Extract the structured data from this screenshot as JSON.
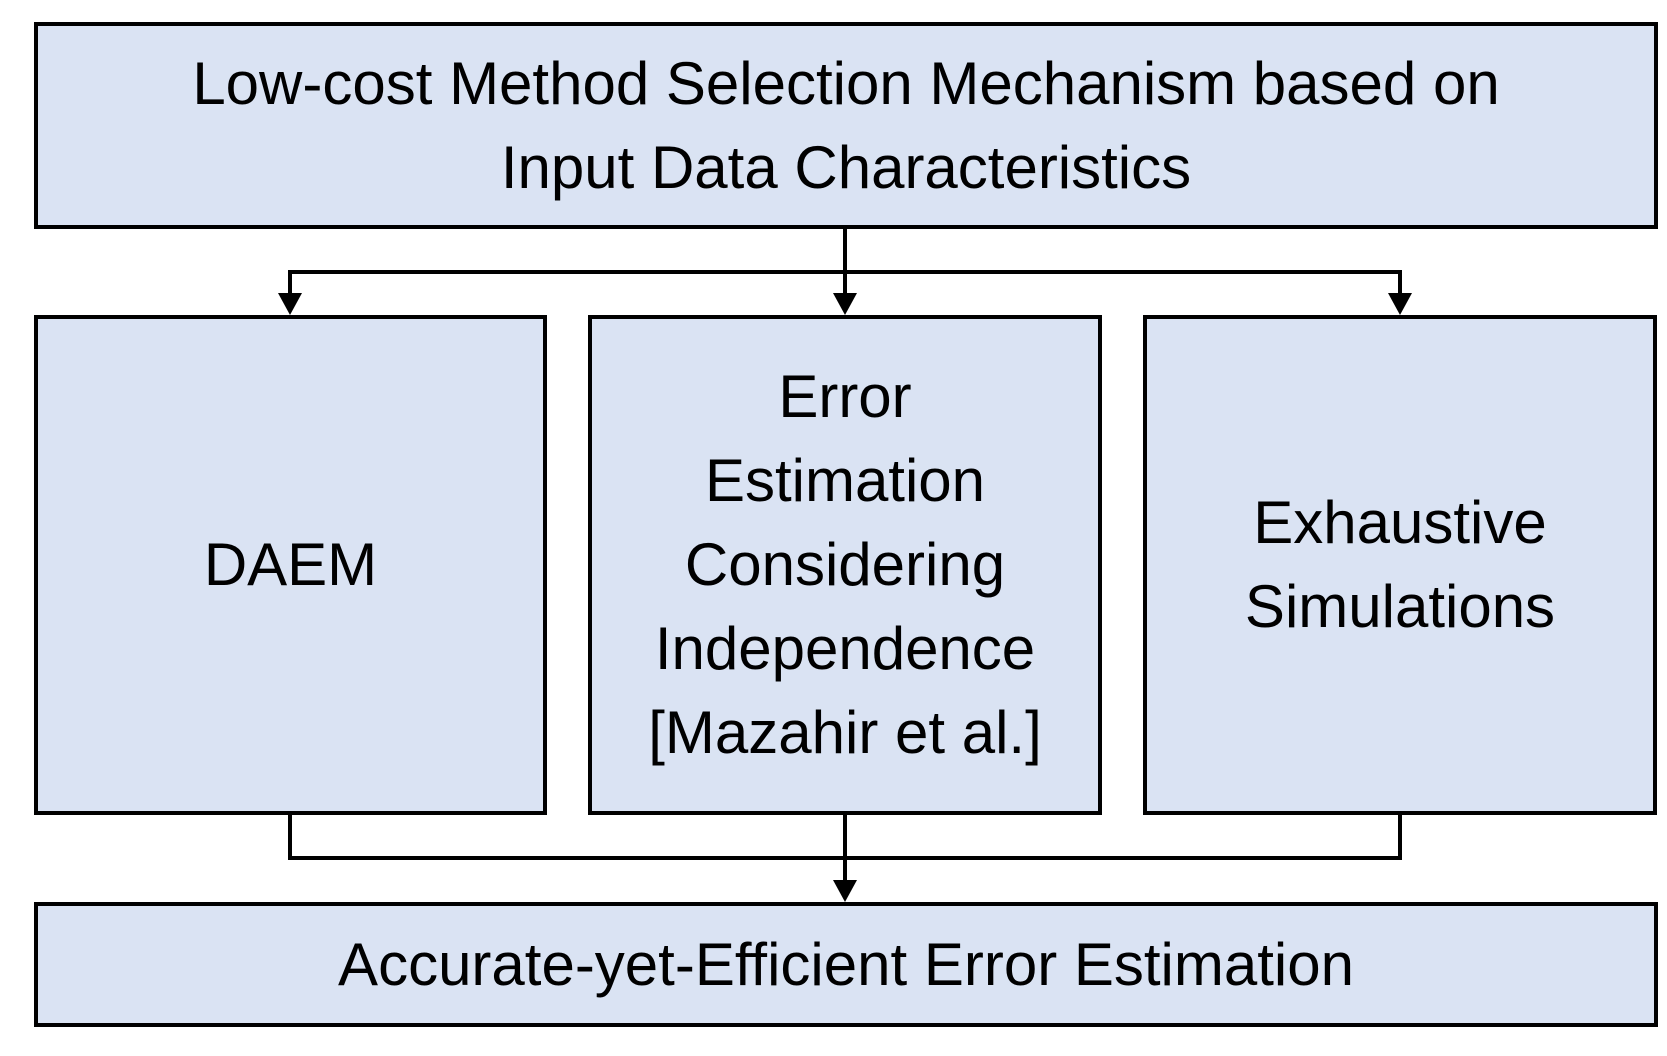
{
  "colors": {
    "box_fill": "#dae3f3",
    "box_border": "#000000",
    "arrow": "#000000"
  },
  "top_box": {
    "text": "Low-cost Method Selection Mechanism based on\nInput Data Characteristics"
  },
  "methods": [
    {
      "text": "DAEM"
    },
    {
      "text": "Error\nEstimation\nConsidering\nIndependence\n[Mazahir et al.]"
    },
    {
      "text": "Exhaustive\nSimulations"
    }
  ],
  "bottom_box": {
    "text": "Accurate-yet-Efficient Error Estimation"
  }
}
